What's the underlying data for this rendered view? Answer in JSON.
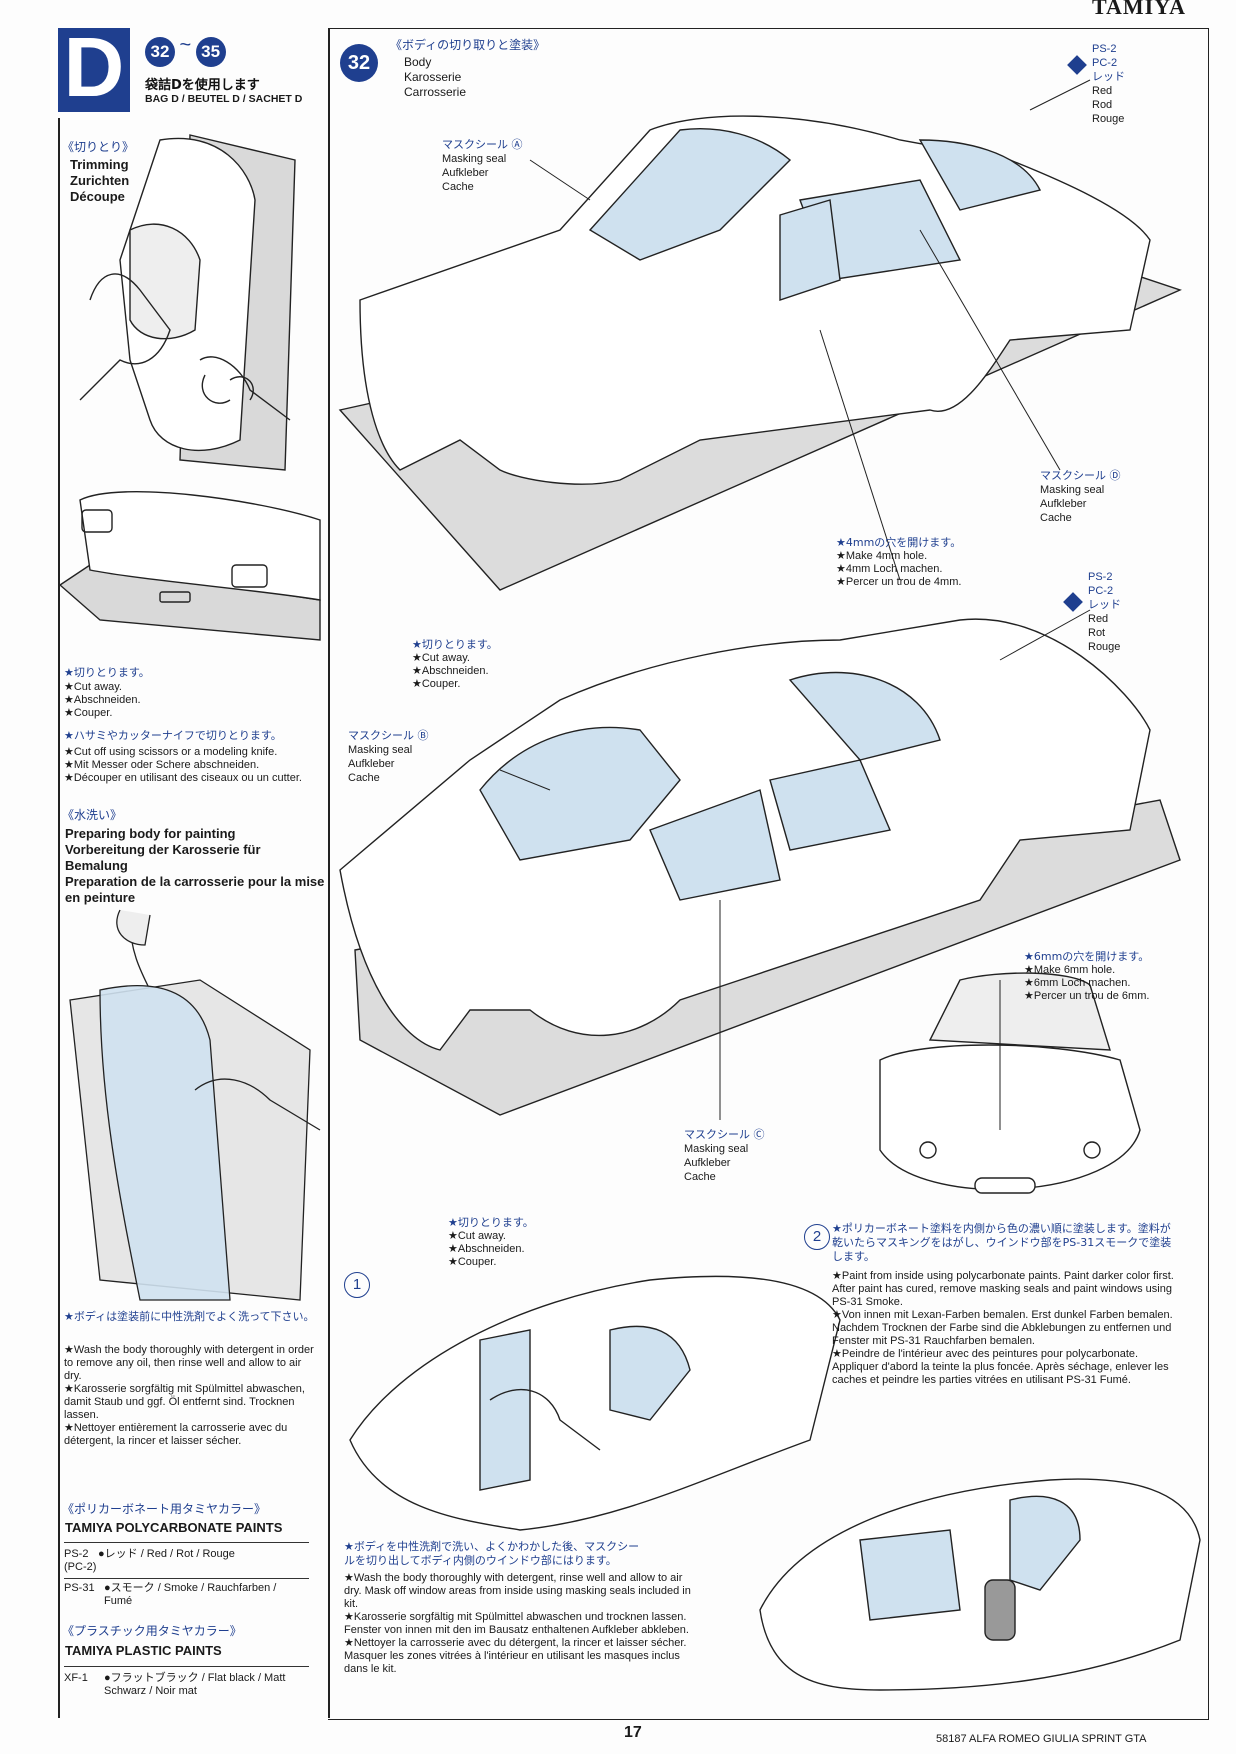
{
  "brand": "TAMIYA",
  "section": {
    "letter": "D",
    "step_from": "32",
    "step_to": "35",
    "tilde": "~",
    "bag_jp": "袋詰Dを使用します",
    "bag_label": "BAG D / BEUTEL D / SACHET D"
  },
  "trimming": {
    "jp": "《切りとり》",
    "en": "Trimming",
    "de": "Zurichten",
    "fr": "Découpe",
    "cut_jp": "★切りとります。",
    "cut_items": [
      "★Cut away.",
      "★Abschneiden.",
      "★Couper."
    ],
    "knife_jp": "★ハサミやカッターナイフで切りとります。",
    "knife_items": [
      "★Cut off using scissors or a modeling knife.",
      "★Mit Messer oder Schere abschneiden.",
      "★Découper en utilisant des ciseaux ou un cutter."
    ]
  },
  "washing": {
    "jp": "《水洗い》",
    "titles": [
      "Preparing body for painting",
      "Vorbereitung der Karosserie für Bemalung",
      "Preparation de la carrosserie pour la mise en peinture"
    ],
    "note_jp": "★ボディは塗装前に中性洗剤でよく洗って下さい。",
    "items": [
      "★Wash the body thoroughly with detergent in order to remove any oil, then rinse well and allow to air dry.",
      "★Karosserie sorgfältig mit Spülmittel abwaschen, damit Staub und ggf. Öl entfernt sind. Trocknen lassen.",
      "★Nettoyer entièrement la carrosserie avec du détergent, la rincer et laisser sécher."
    ]
  },
  "poly_paints": {
    "jp": "《ポリカーボネート用タミヤカラー》",
    "title": "TAMIYA POLYCARBONATE PAINTS",
    "rows": [
      {
        "code": "PS-2 (PC-2)",
        "name": "●レッド / Red / Rot / Rouge",
        "color": "#1f3f8f"
      },
      {
        "code": "PS-31",
        "name": "●スモーク / Smoke / Rauchfarben / Fumé",
        "color": "#1f3f8f"
      }
    ]
  },
  "plastic_paints": {
    "jp": "《プラスチック用タミヤカラー》",
    "title": "TAMIYA PLASTIC PAINTS",
    "rows": [
      {
        "code": "XF-1",
        "name": "●フラットブラック / Flat black / Matt Schwarz / Noir mat",
        "color": "#1f3f8f"
      }
    ]
  },
  "step32": {
    "number": "32",
    "jp": "《ボディの切り取りと塗装》",
    "en": "Body",
    "de": "Karosserie",
    "fr": "Carrosserie",
    "mask_a": {
      "jp": "マスクシール Ⓐ",
      "lines": [
        "Masking seal",
        "Aufkleber",
        "Cache"
      ]
    },
    "mask_b": {
      "jp": "マスクシール Ⓑ",
      "lines": [
        "Masking seal",
        "Aufkleber",
        "Cache"
      ]
    },
    "mask_c": {
      "jp": "マスクシール Ⓒ",
      "lines": [
        "Masking seal",
        "Aufkleber",
        "Cache"
      ]
    },
    "mask_d": {
      "jp": "マスクシール Ⓓ",
      "lines": [
        "Masking seal",
        "Aufkleber",
        "Cache"
      ]
    },
    "paint_top": {
      "lines": [
        "PS-2",
        "PC-2",
        "レッド",
        "Red",
        "Rod",
        "Rouge"
      ]
    },
    "paint_mid": {
      "lines": [
        "PS-2",
        "PC-2",
        "レッド",
        "Red",
        "Rot",
        "Rouge"
      ]
    },
    "hole4": {
      "jp": "★4mmの穴を開けます。",
      "items": [
        "★Make 4mm hole.",
        "★4mm Loch machen.",
        "★Percer un trou de 4mm."
      ]
    },
    "hole6": {
      "jp": "★6mmの穴を開けます。",
      "items": [
        "★Make 6mm hole.",
        "★6mm Loch machen.",
        "★Percer un trou de 6mm."
      ]
    },
    "cut1": {
      "jp": "★切りとります。",
      "items": [
        "★Cut away.",
        "★Abschneiden.",
        "★Couper."
      ]
    },
    "cut2": {
      "jp": "★切りとります。",
      "items": [
        "★Cut away.",
        "★Abschneiden.",
        "★Couper."
      ]
    }
  },
  "sub1": {
    "number": "1",
    "jp": "★ボディを中性洗剤で洗い、よくかわかした後、マスクシールを切り出してボディ内側のウインドウ部にはります。",
    "items": [
      "★Wash the body thoroughly with detergent, rinse well and allow to air dry. Mask off window areas from inside using masking seals included in kit.",
      "★Karosserie sorgfältig mit Spülmittel abwaschen und trocknen lassen. Fenster von innen mit den im Bausatz enthaltenen Aufkleber abkleben.",
      "★Nettoyer la carrosserie avec du détergent, la rincer et laisser sécher. Masquer les zones vitrées à l'intérieur en utilisant les masques inclus dans le kit."
    ]
  },
  "sub2": {
    "number": "2",
    "jp": "★ポリカーボネート塗料を内側から色の濃い順に塗装します。塗料が乾いたらマスキングをはがし、ウインドウ部をPS-31スモークで塗装します。",
    "items": [
      "★Paint from inside using polycarbonate paints. Paint darker color first. After paint has cured, remove masking seals and paint windows using PS-31 Smoke.",
      "★Von innen mit Lexan-Farben bemalen. Erst dunkel Farben bemalen. Nachdem Trocknen der Farbe sind die Abklebungen zu entfernen und Fenster mit PS-31 Rauchfarben bemalen.",
      "★Peindre de l'intérieur avec des peintures pour polycarbonate. Appliquer d'abord la teinte la plus foncée. Après séchage, enlever les caches et peindre les parties vitrées en utilisant PS-31 Fumé."
    ]
  },
  "footer": {
    "page": "17",
    "model": "58187 ALFA ROMEO GIULIA SPRINT GTA"
  }
}
